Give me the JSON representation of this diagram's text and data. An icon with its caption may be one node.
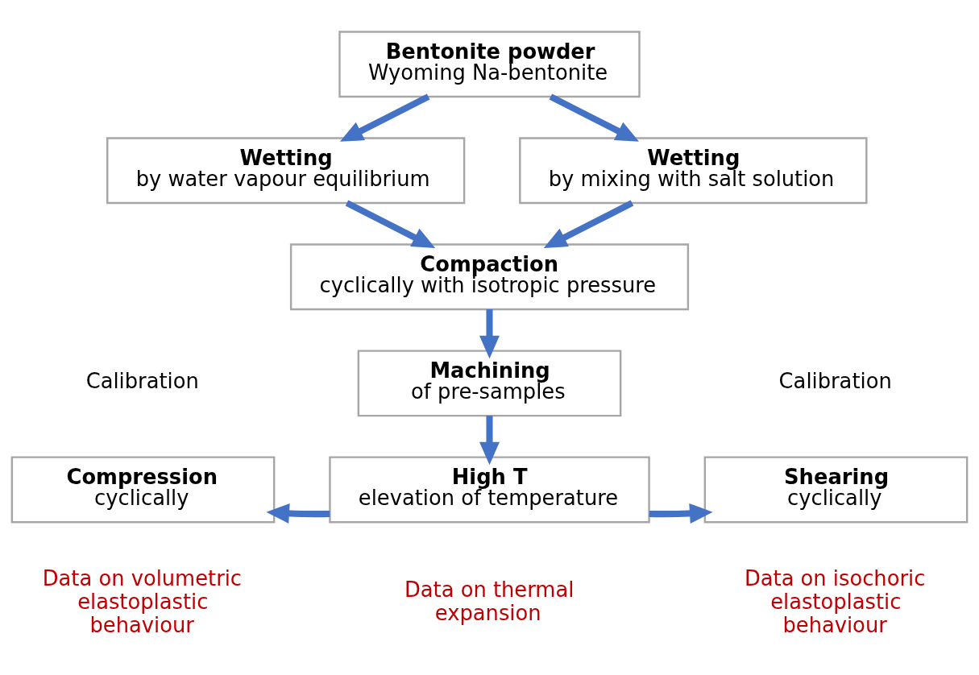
{
  "diagram": {
    "nodes": [
      {
        "text": [
          "Bentonite powder",
          "Wyoming Na-bentonite"
        ]
      },
      {
        "text": [
          "Wetting",
          "by water vapour equilibrium"
        ]
      },
      {
        "text": [
          "Wetting",
          "by mixing with salt solution"
        ]
      },
      {
        "text": [
          "Compaction",
          "cyclically with isotropic pressure"
        ]
      },
      {
        "text": [
          "Machining",
          "of pre-samples"
        ]
      },
      {
        "text": [
          "Compression",
          "cyclically"
        ],
        "beside": [
          "Calibration",
          "Data on volumetric elastoplastic behaviour"
        ]
      },
      {
        "text": [
          "High T",
          "elevation of temperature"
        ],
        "beside": [
          "Data on thermal expansion"
        ]
      },
      {
        "text": [
          "Shearing",
          "cyclically"
        ],
        "beside": [
          "Calibration",
          "Data on isochoric elastoplastic behaviour"
        ]
      }
    ],
    "edges": [
      {
        "from": 0,
        "to": 1,
        "arrow": "to"
      },
      {
        "from": 0,
        "to": 2,
        "arrow": "to"
      },
      {
        "from": 1,
        "to": 3,
        "arrow": "to"
      },
      {
        "from": 2,
        "to": 3,
        "arrow": "to"
      },
      {
        "from": 3,
        "to": 4,
        "arrow": "to"
      },
      {
        "from": 4,
        "to": 6,
        "arrow": "to"
      },
      {
        "from": 6,
        "to": 5,
        "arrow": "to"
      },
      {
        "from": 6,
        "to": 7,
        "arrow": "to"
      }
    ]
  }
}
